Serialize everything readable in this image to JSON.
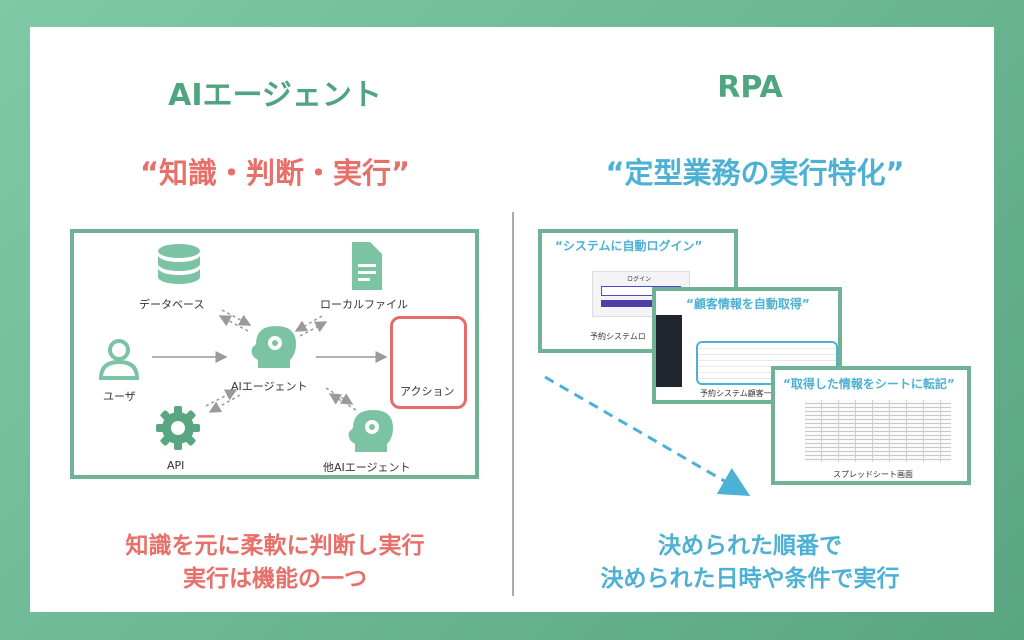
{
  "left": {
    "title": "AIエージェント",
    "quote": "“知識・判断・実行”",
    "bottom_line1": "知識を元に柔軟に判断し実行",
    "bottom_line2": "実行は機能の一つ",
    "diagram": {
      "database": "データベース",
      "local_file": "ローカルファイル",
      "user": "ユーザ",
      "ai_agent": "AIエージェント",
      "action": "アクション",
      "api": "API",
      "other_agent": "他AIエージェント"
    }
  },
  "right": {
    "title": "RPA",
    "quote": "“定型業務の実行特化”",
    "bottom_line1": "決められた順番で",
    "bottom_line2": "決められた日時や条件で実行",
    "shots": [
      {
        "title": "“システムに自動ログイン”",
        "caption": "予約システムロ",
        "login_label": "ログイン"
      },
      {
        "title": "“顧客情報を自動取得”",
        "caption": "予約システム顧客一覧"
      },
      {
        "title": "“取得した情報をシートに転記”",
        "caption": "スプレッドシート画面"
      }
    ]
  },
  "colors": {
    "green": "#4fa57f",
    "red": "#e7706b",
    "blue": "#4cb1d4",
    "frame": "#6fb394"
  }
}
